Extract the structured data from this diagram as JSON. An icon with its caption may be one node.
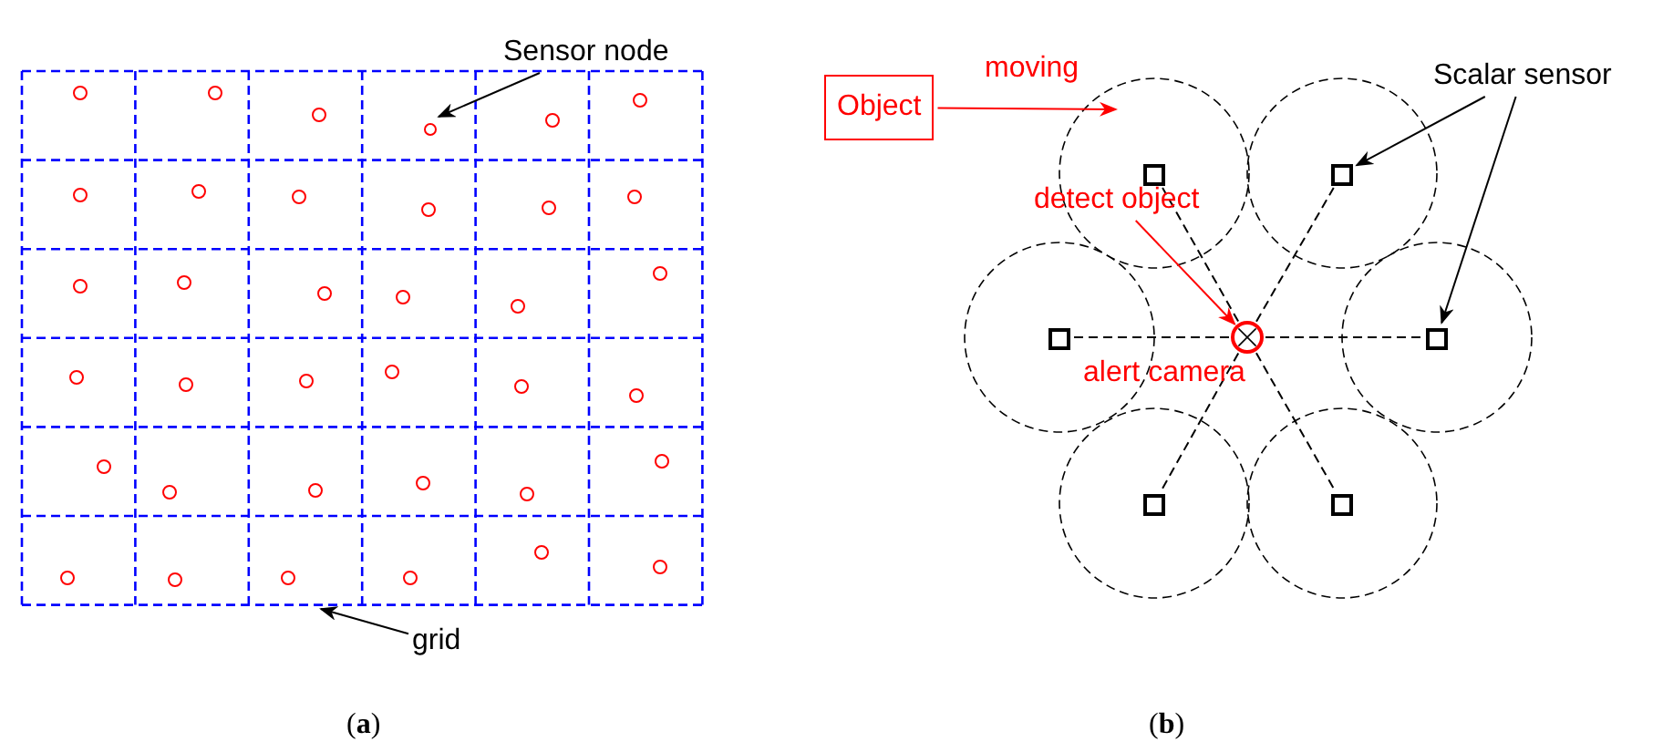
{
  "diagram": {
    "nodes": [
      {
        "text": [
          "Sensor node"
        ]
      },
      {
        "text": [],
        "shape": "circle"
      },
      {
        "text": [
          "grid"
        ]
      },
      {
        "text": [
          "Object"
        ]
      },
      {
        "text": [
          "detect object"
        ]
      },
      {
        "text": [],
        "shape": "circle",
        "beside": [
          "alert camera"
        ]
      },
      {
        "text": [],
        "shape": "box"
      },
      {
        "text": [],
        "shape": "box"
      },
      {
        "text": [],
        "shape": "box"
      },
      {
        "text": [],
        "shape": "box"
      },
      {
        "text": [],
        "shape": "box"
      },
      {
        "text": [],
        "shape": "box"
      },
      {
        "text": [
          "Scalar sensor"
        ]
      }
    ],
    "edges": [
      {
        "from": 0,
        "to": 1,
        "arrow": "to"
      },
      {
        "from": 2,
        "to": null,
        "arrow": "to"
      },
      {
        "from": 3,
        "to": null,
        "arrow": "to",
        "label": "moving",
        "color": "#ff0000"
      },
      {
        "from": 4,
        "to": 5,
        "arrow": "to",
        "color": "#ff0000"
      },
      {
        "from": 5,
        "to": 6,
        "arrow": "none",
        "style": "dashed"
      },
      {
        "from": 5,
        "to": 7,
        "arrow": "none",
        "style": "dashed"
      },
      {
        "from": 5,
        "to": 8,
        "arrow": "none",
        "style": "dashed"
      },
      {
        "from": 5,
        "to": 9,
        "arrow": "none",
        "style": "dashed"
      },
      {
        "from": 5,
        "to": 10,
        "arrow": "none",
        "style": "dashed"
      },
      {
        "from": 5,
        "to": 11,
        "arrow": "none",
        "style": "dashed"
      },
      {
        "from": 12,
        "to": 7,
        "arrow": "to"
      },
      {
        "from": 12,
        "to": 9,
        "arrow": "to"
      }
    ],
    "labels": [
      "(**a**)",
      "(**b**)"
    ]
  }
}
